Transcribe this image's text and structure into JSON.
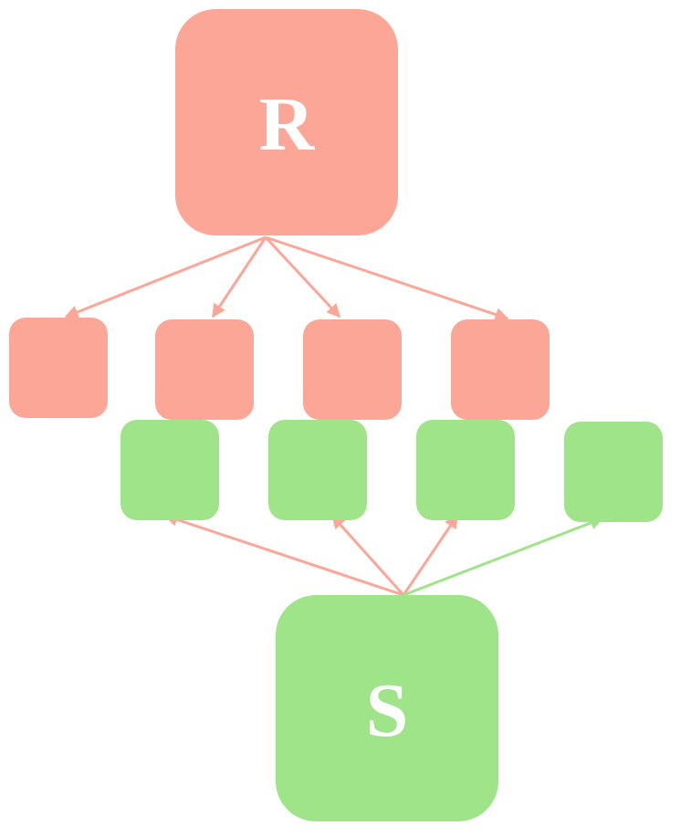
{
  "diagram": {
    "top_node": {
      "label": "R"
    },
    "bottom_node": {
      "label": "S"
    },
    "top_children_count": 4,
    "bottom_children_count": 4,
    "colors": {
      "red": "#fca697",
      "green": "#a0e48a",
      "background": "#ffffff",
      "text": "#ffffff"
    }
  }
}
